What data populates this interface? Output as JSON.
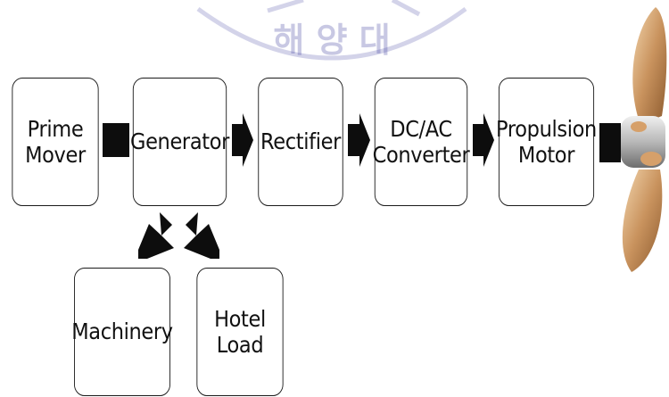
{
  "watermark": {
    "text": "해 양 대",
    "color": "#3d3d9e"
  },
  "colors": {
    "box_border": "#1a1a1a",
    "arrow": "#0d0d0d",
    "propeller": "#c9935e"
  },
  "blocks": {
    "prime_mover": {
      "line1": "Prime",
      "line2": "Mover"
    },
    "generator": {
      "line1": "Generator"
    },
    "rectifier": {
      "line1": "Rectifier"
    },
    "dc_ac_converter": {
      "line1": "DC/AC",
      "line2": "Converter"
    },
    "propulsion_motor": {
      "line1": "Propulsion",
      "line2": "Motor"
    },
    "machinery": {
      "line1": "Machinery"
    },
    "hotel_load": {
      "line1": "Hotel",
      "line2": "Load"
    }
  },
  "propeller": {
    "icon": "ship-propeller-icon"
  }
}
